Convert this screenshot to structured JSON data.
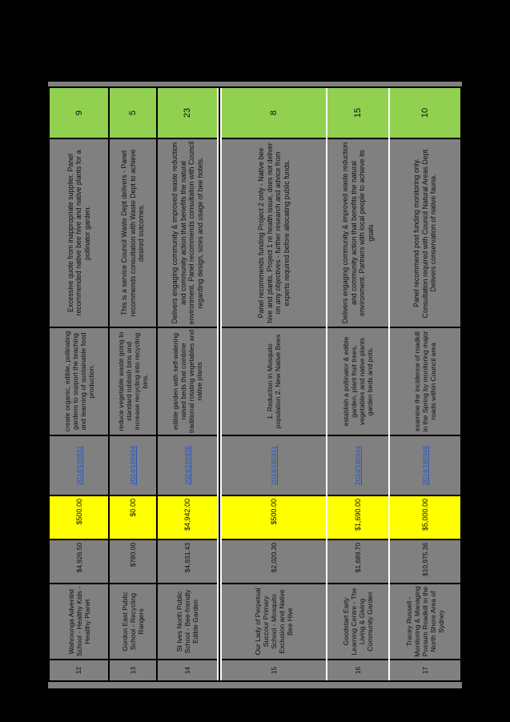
{
  "page": {
    "background_color": "#000000"
  },
  "table": {
    "colors": {
      "cell_bg": "#808080",
      "votes_bg": "#92D050",
      "funded_bg": "#FFFF00",
      "link_color": "#2457C5",
      "border": "#000000",
      "page_break_line": "#FFFFFF"
    },
    "columns": [
      "row_number",
      "organisation",
      "total_cost",
      "amount_funded",
      "reference",
      "project_description",
      "panel_outcome",
      "votes"
    ],
    "rows": [
      {
        "row_number": "12",
        "organisation": "Wahroonga Adventist School - Healthy Kids - Healthy Planet",
        "total_cost": "$4,926.50",
        "amount_funded": "$500.00",
        "reference": "2024/185931",
        "project_description": "create organic, edible, pollinating gardens to support the teaching and learning of sustainable food production.",
        "panel_outcome": "Excessive quote from inappropriate supplier. Panel recommended native bee hive and native plants for a pollinator garden.",
        "votes": "9"
      },
      {
        "row_number": "13",
        "organisation": "Gordon East Public School - Recycling Rangers",
        "total_cost": "$780.00",
        "amount_funded": "$0.00",
        "reference": "2024/185934",
        "project_description": "reduce vegetable waste going to standard rubbish bins and increase recycling into recycling bins.",
        "panel_outcome": "This is a service Council Waste Dept delivers - Panel recommends consultation with Waste Dept to achieve desired outcomes.",
        "votes": "5"
      },
      {
        "row_number": "14",
        "organisation": "St Ives North Public School - Bee-friendly Edible Garden",
        "total_cost": "$4,931.43",
        "amount_funded": "$4,942.00",
        "reference": "2024/185938",
        "project_description": "edible garden with self-watering raised beds that combine traditional rotating vegetables and native plants",
        "panel_outcome": "Delivers engaging community & improved waste reduction and community action that benefits the natural environment. Panel recommends consultation with Council regarding design, sizes and usage of bee hotels.",
        "votes": "23"
      },
      {
        "row_number": "15",
        "organisation": "Our Lady of Perpetual Succour Primary School - Mosquito Exclusion and Native Bee Hive",
        "total_cost": "$2,020.30",
        "amount_funded": "$500.00",
        "reference": "2024/185941",
        "project_description": "1. Reduction in Mosquito population 2. New Native Bees",
        "panel_outcome": "Panel recommends funding Project 2 only - Native bee hive and plants. Project 1 re health issue, does not deliver on any objectives - further research and advice from experts required before allocating public funds.",
        "votes": "8"
      },
      {
        "row_number": "16",
        "organisation": "Goodstart Early Learning Centre - The Living & Giving Community Garden",
        "total_cost": "$1,689.70",
        "amount_funded": "$1,690.00",
        "reference": "2024/185944",
        "project_description": "establish a pollinator & edible garden, plant fruit trees, vegetables and native plants garden beds and pots.",
        "panel_outcome": "Delivers engaging community & improved waste reduction and community action that benefits the natural environment. Partners with local people to achieve its goals",
        "votes": "15"
      },
      {
        "row_number": "17",
        "organisation": "Tracey Russell - Monitoring & Managing Possum Roadkill in the North Shore Area of Sydney",
        "total_cost": "$10,975.36",
        "amount_funded": "$5,000.00",
        "reference": "2024/185948",
        "project_description": "examine the incidence of roadkill in the Spring by monitoring major roads within Council area",
        "panel_outcome": "Panel recommend post funding monitoring only. Consultation required with Council Natural Areas Dept. Delivers conservation of native fauna.",
        "votes": "10"
      }
    ]
  }
}
